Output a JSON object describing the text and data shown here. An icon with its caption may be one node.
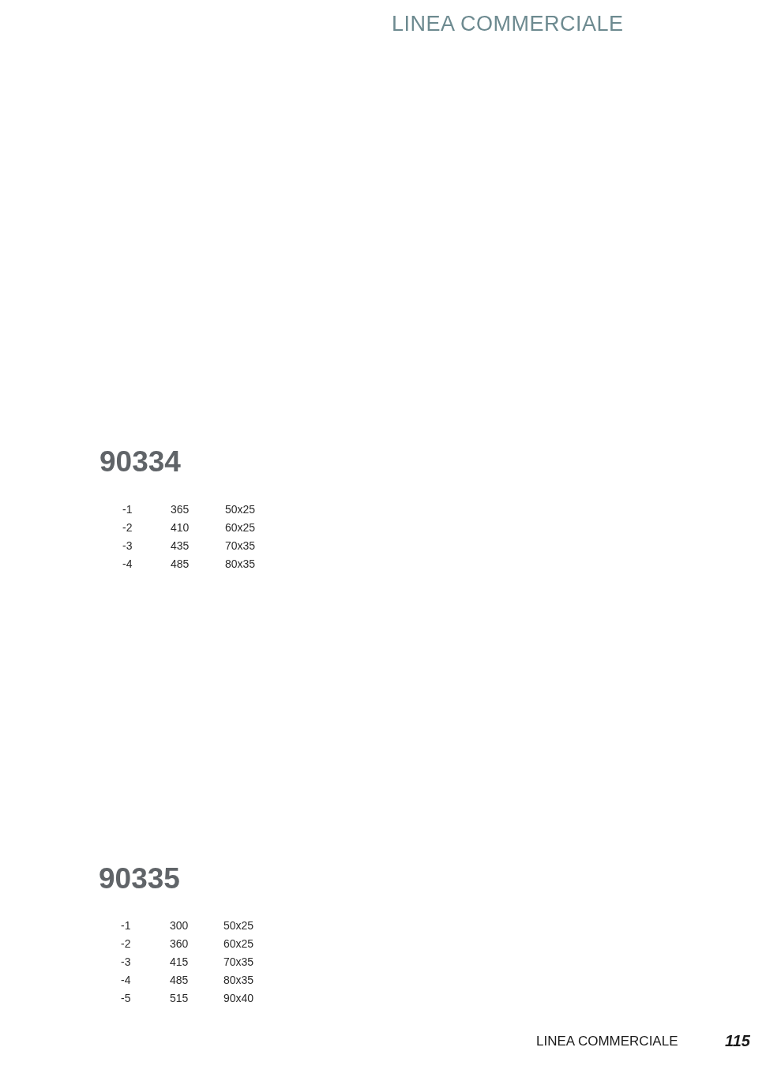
{
  "diagram": {
    "labels": [
      "LINEA COMMERCIALE",
      "90334",
      "-1",
      "365",
      "50x25",
      "-2",
      "410",
      "60x25",
      "-3",
      "435",
      "70x35",
      "-4",
      "485",
      "80x35",
      "90335",
      "-1",
      "300",
      "50x25",
      "-2",
      "360",
      "60x25",
      "-3",
      "415",
      "70x35",
      "-4",
      "485",
      "80x35",
      "-5",
      "515",
      "90x40",
      "LINEA COMMERCIALE",
      "115"
    ]
  }
}
